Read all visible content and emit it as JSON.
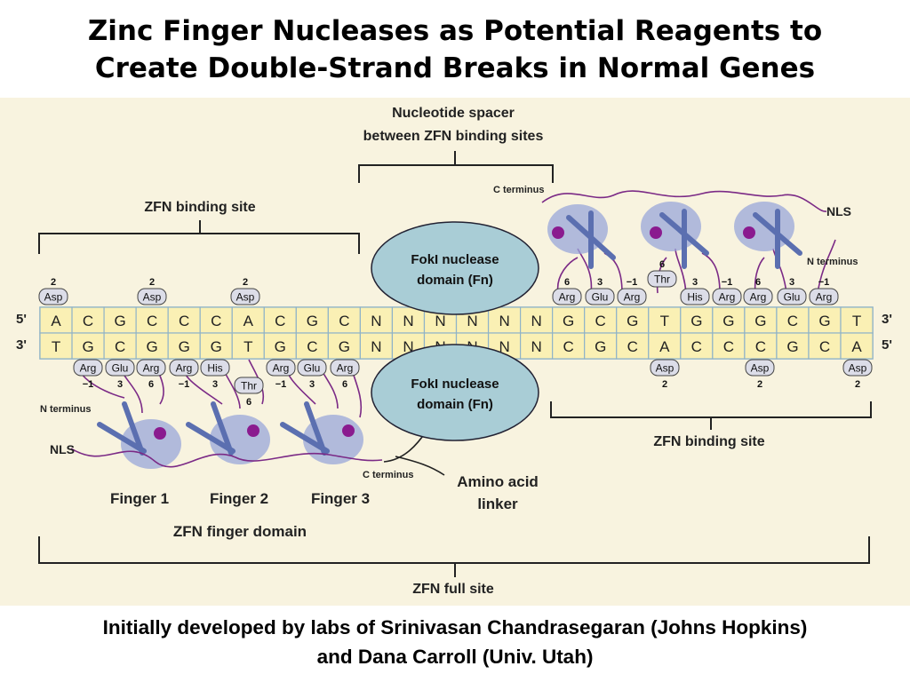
{
  "title": {
    "line1": "Zinc Finger Nucleases as Potential Reagents to",
    "line2": "Create Double-Strand Breaks in Normal Genes"
  },
  "labels": {
    "spacer_line1": "Nucleotide spacer",
    "spacer_line2": "between ZFN binding sites",
    "zfn_binding_site_left": "ZFN binding site",
    "zfn_binding_site_right": "ZFN binding site",
    "c_terminus_top": "C terminus",
    "c_terminus_bottom": "C terminus",
    "n_terminus_top": "N terminus",
    "n_terminus_bottom": "N terminus",
    "nls_top": "NLS",
    "nls_bottom": "NLS",
    "linker_line1": "Amino acid",
    "linker_line2": "linker",
    "finger1": "Finger 1",
    "finger2": "Finger 2",
    "finger3": "Finger 3",
    "finger_domain": "ZFN finger domain",
    "full_site": "ZFN full site",
    "strand_top_5": "5'",
    "strand_top_3": "3'",
    "strand_bottom_3": "3'",
    "strand_bottom_5": "5'"
  },
  "fok_top": {
    "line1": "FokI nuclease",
    "line2": "domain (Fn)"
  },
  "fok_bottom": {
    "line1": "FokI nuclease",
    "line2": "domain (Fn)"
  },
  "dna": {
    "top": [
      "A",
      "C",
      "G",
      "C",
      "C",
      "C",
      "A",
      "C",
      "G",
      "C",
      "N",
      "N",
      "N",
      "N",
      "N",
      "N",
      "G",
      "C",
      "G",
      "T",
      "G",
      "G",
      "G",
      "C",
      "G",
      "T"
    ],
    "bottom": [
      "T",
      "G",
      "C",
      "G",
      "G",
      "G",
      "T",
      "G",
      "C",
      "G",
      "N",
      "N",
      "N",
      "N",
      "N",
      "N",
      "C",
      "G",
      "C",
      "A",
      "C",
      "C",
      "C",
      "G",
      "C",
      "A"
    ]
  },
  "top_left_residues": [
    {
      "name": "Asp",
      "num": "2"
    },
    {
      "name": "Asp",
      "num": "2"
    },
    {
      "name": "Asp",
      "num": "2"
    }
  ],
  "bottom_left_residues": [
    {
      "name": "Arg",
      "num": "−1"
    },
    {
      "name": "Glu",
      "num": "3"
    },
    {
      "name": "Arg",
      "num": "6"
    },
    {
      "name": "Arg",
      "num": "−1"
    },
    {
      "name": "His",
      "num": "3"
    },
    {
      "name": "Thr",
      "num": "6"
    },
    {
      "name": "Arg",
      "num": "−1"
    },
    {
      "name": "Glu",
      "num": "3"
    },
    {
      "name": "Arg",
      "num": "6"
    }
  ],
  "top_right_residues": [
    {
      "name": "Arg",
      "num": "6"
    },
    {
      "name": "Glu",
      "num": "3"
    },
    {
      "name": "Arg",
      "num": "−1"
    },
    {
      "name": "Thr",
      "num": "6"
    },
    {
      "name": "His",
      "num": "3"
    },
    {
      "name": "Arg",
      "num": "−1"
    },
    {
      "name": "Arg",
      "num": "6"
    },
    {
      "name": "Glu",
      "num": "3"
    },
    {
      "name": "Arg",
      "num": "−1"
    }
  ],
  "bottom_right_residues": [
    {
      "name": "Asp",
      "num": "2"
    },
    {
      "name": "Asp",
      "num": "2"
    },
    {
      "name": "Asp",
      "num": "2"
    }
  ],
  "footer": {
    "line1": "Initially developed by labs of Srinivasan Chandrasegaran (Johns Hopkins)",
    "line2": "and Dana Carroll (Univ. Utah)"
  },
  "colors": {
    "background": "#f8f3df",
    "dna_cell": "#faf0b4",
    "dna_border": "#8fb3c8",
    "fok_fill": "#a9cdd6",
    "protein_line": "#7b2a86",
    "helix": "#9aa7d9",
    "arrow": "#5b6fb0",
    "residue_tag": "#dcdde8"
  }
}
